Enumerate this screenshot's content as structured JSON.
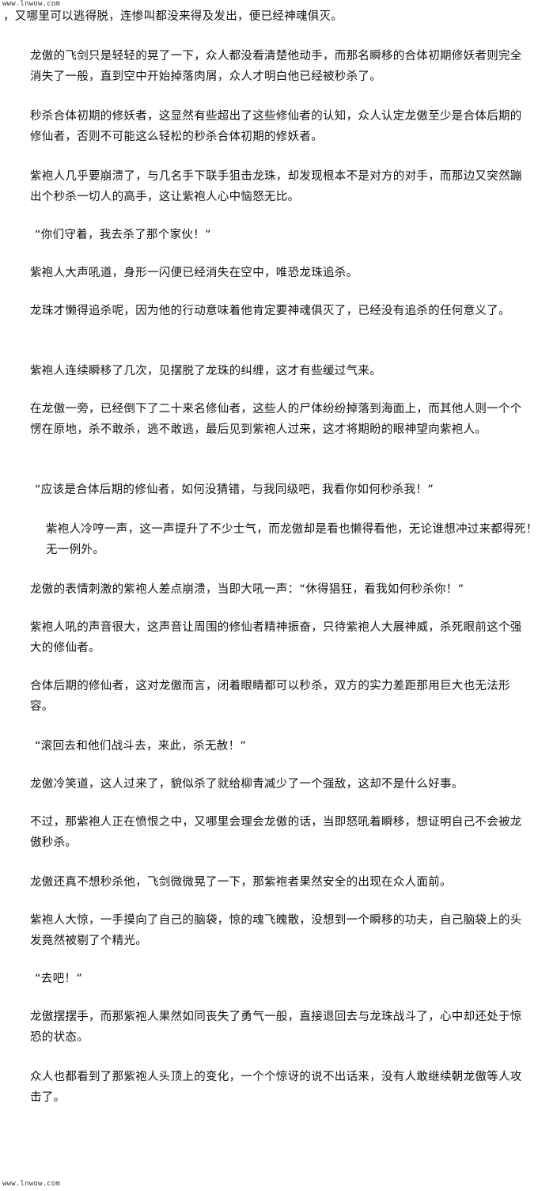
{
  "watermark": {
    "top": "www.lnwow.com",
    "bottom": "www.lnwow.com"
  },
  "paragraphs": [
    "，又哪里可以逃得脱，连惨叫都没来得及发出，便已经神魂俱灭。",
    "龙傲的飞剑只是轻轻的晃了一下，众人都没看清楚他动手，而那名瞬移的合体初期修妖者则完全消失了一般，直到空中开始掉落肉屑，众人才明白他已经被秒杀了。",
    "秒杀合体初期的修妖者，这显然有些超出了这些修仙者的认知，众人认定龙傲至少是合体后期的修仙者，否则不可能这么轻松的秒杀合体初期的修妖者。",
    "紫袍人几乎要崩溃了，与几名手下联手狙击龙珠，却发现根本不是对方的对手，而那边又突然蹦出个秒杀一切人的高手，这让紫袍人心中恼怒无比。",
    "“你们守着，我去杀了那个家伙！”",
    "紫袍人大声吼道，身形一闪便已经消失在空中，唯恐龙珠追杀。",
    "龙珠才懒得追杀呢，因为他的行动意味着他肯定要神魂俱灭了，已经没有追杀的任何意义了。",
    "紫袍人连续瞬移了几次，见摆脱了龙珠的纠缠，这才有些缓过气来。",
    "在龙傲一旁，已经倒下了二十来名修仙者，这些人的尸体纷纷掉落到海面上，而其他人则一个个愣在原地，杀不敢杀，逃不敢逃，最后见到紫袍人过来，这才将期盼的眼神望向紫袍人。",
    "“应该是合体后期的修仙者，如何没猜错，与我同级吧，我看你如何秒杀我！”",
    "紫袍人冷哼一声，这一声提升了不少士气，而龙傲却是看也懒得看他，无论谁想冲过来都得死！无一例外。",
    "龙傲的表情刺激的紫袍人差点崩溃，当即大吼一声：“休得猖狂，看我如何秒杀你！”",
    "紫袍人吼的声音很大，这声音让周围的修仙者精神振奋，只待紫袍人大展神威，杀死眼前这个强大的修仙者。",
    "合体后期的修仙者，这对龙傲而言，闭着眼睛都可以秒杀，双方的实力差距那用巨大也无法形容。",
    "“滚回去和他们战斗去，来此，杀无赦！”",
    "龙傲冷笑道，这人过来了，貌似杀了就给柳青减少了一个强敌，这却不是什么好事。",
    "不过，那紫袍人正在愤恨之中，又哪里会理会龙傲的话，当即怒吼着瞬移，想证明自己不会被龙傲秒杀。",
    "龙傲还真不想秒杀他，飞剑微微晃了一下，那紫袍者果然安全的出现在众人面前。",
    "紫袍人大惊，一手摸向了自己的脑袋，惊的魂飞魄散，没想到一个瞬移的功夫，自己脑袋上的头发竟然被剔了个精光。",
    "“去吧！”",
    "龙傲摆摆手，而那紫袍人果然如同丧失了勇气一般，直接退回去与龙珠战斗了，心中却还处于惊恐的状态。",
    "众人也都看到了那紫袍人头顶上的变化，一个个惊讶的说不出话来，没有人敢继续朝龙傲等人攻击了。"
  ]
}
